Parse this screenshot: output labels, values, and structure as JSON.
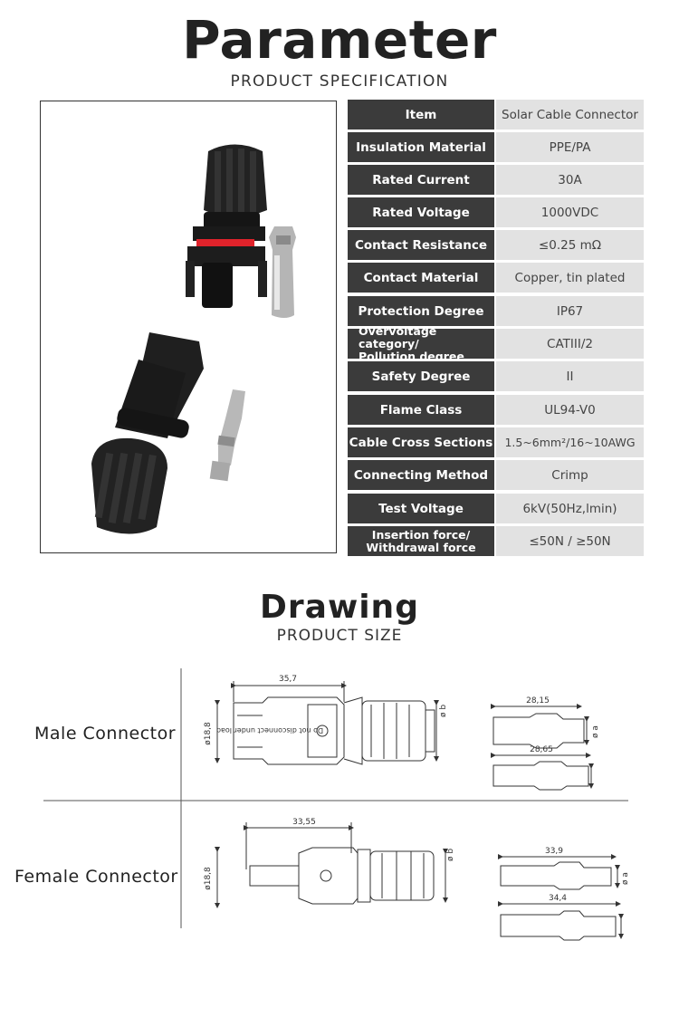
{
  "header": {
    "title": "Parameter",
    "subtitle": "PRODUCT SPECIFICATION"
  },
  "spec_table": [
    {
      "item": "Item",
      "value": "Solar Cable Connector"
    },
    {
      "item": "Insulation Material",
      "value": "PPE/PA"
    },
    {
      "item": "Rated Current",
      "value": "30A"
    },
    {
      "item": "Rated Voltage",
      "value": "1000VDC"
    },
    {
      "item": "Contact Resistance",
      "value": "≤0.25 mΩ"
    },
    {
      "item": "Contact Material",
      "value": "Copper, tin plated"
    },
    {
      "item": "Protection Degree",
      "value": "IP67"
    },
    {
      "item": "Overvoltage category/\nPollution degree",
      "value": "CATIII/2"
    },
    {
      "item": "Safety Degree",
      "value": "II"
    },
    {
      "item": "Flame Class",
      "value": "UL94-V0"
    },
    {
      "item": "Cable Cross Sections",
      "value": "1.5~6mm²/16~10AWG"
    },
    {
      "item": "Connecting Method",
      "value": "Crimp"
    },
    {
      "item": "Test Voltage",
      "value": "6kV(50Hz,lmin)"
    },
    {
      "item": "Insertion force/\nWithdrawal force",
      "value": "≤50N / ≥50N"
    }
  ],
  "drawing": {
    "title": "Drawing",
    "subtitle": "PRODUCT SIZE",
    "male_label": "Male Connector",
    "female_label": "Female Connector",
    "male_dims": {
      "length": "35,7",
      "dia": "ø18,8",
      "b": "ø b",
      "pin1": "28,15",
      "pin2": "28,65",
      "a": "ø a"
    },
    "female_dims": {
      "length": "33,55",
      "dia": "ø18,8",
      "b": "ø b",
      "pin1": "33,9",
      "pin2": "34,4",
      "a": "ø a"
    },
    "male_body_text": "Do not disconnect\nunder load"
  },
  "colors": {
    "label_bg": "#3b3b3b",
    "value_bg": "#e2e2e2",
    "accent_red": "#e0232b"
  }
}
